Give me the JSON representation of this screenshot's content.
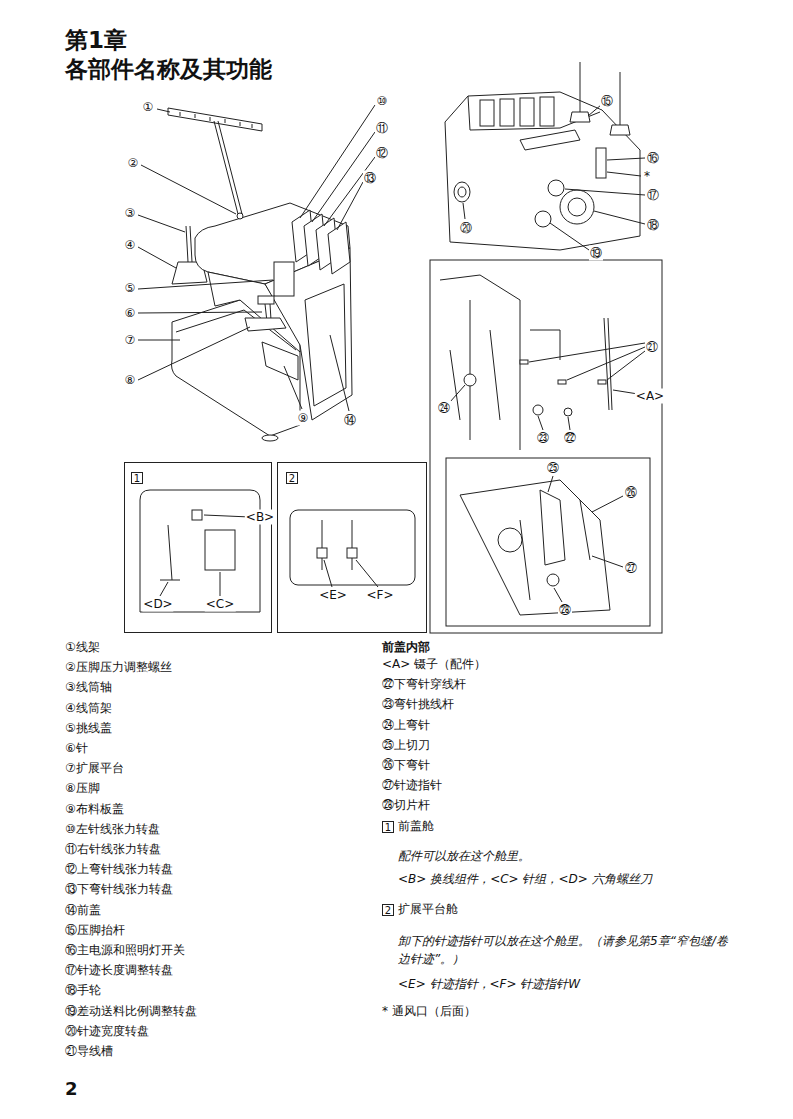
{
  "diagram": {
    "title": "第1章 各部件名称及其功能",
    "nodes": [
      {
        "text": [
          "1"
        ]
      },
      {
        "text": [
          "2"
        ]
      },
      {
        "text": [
          "1"
        ]
      },
      {
        "text": [
          "2"
        ]
      }
    ],
    "labels": [
      "①",
      "②",
      "③",
      "④",
      "⑤",
      "⑥",
      "⑦",
      "⑧",
      "⑨",
      "⑩",
      "⑪",
      "⑫",
      "⑬",
      "⑭",
      "⑮",
      "⑯",
      "*",
      "⑰",
      "⑱",
      "⑲",
      "⑳",
      "㉑",
      "<A>",
      "㉔",
      "㉓",
      "㉒",
      "㉕",
      "㉖",
      "㉗",
      "㉘",
      "<B>",
      "<D>",
      "<C>",
      "<E>",
      "<F>",
      "①线架",
      "②压脚压力调整螺丝",
      "③线筒轴",
      "④线筒架",
      "⑤挑线盖",
      "⑥针",
      "⑦扩展平台",
      "⑧压脚",
      "⑨布料板盖",
      "⑩左针线张力转盘",
      "⑪右针线张力转盘",
      "⑫上弯针线张力转盘",
      "⑬下弯针线张力转盘",
      "⑭前盖",
      "⑮压脚抬杆",
      "⑯主电源和照明灯开关",
      "⑰针迹长度调整转盘",
      "⑱手轮",
      "⑲差动送料比例调整转盘",
      "⑳针迹宽度转盘",
      "㉑导线槽",
      "前盖内部",
      "<A> 镊子（配件）",
      "㉒下弯针穿线杆",
      "㉓弯针挑线杆",
      "㉔上弯针",
      "㉕上切刀",
      "㉖下弯针",
      "㉗针迹指针",
      "㉘切片杆",
      "前盖舱",
      "配件可以放在这个舱里。",
      "<B> 换线组件，<C> 针组，<D> 六角螺丝刀",
      "扩展平台舱",
      "卸下的针迹指针可以放在这个舱里。（请参见第5章“窄包缝/卷边针迹”。）",
      "<E> 针迹指针，<F> 针迹指针W",
      "* 通风口（后面）",
      "2"
    ]
  }
}
